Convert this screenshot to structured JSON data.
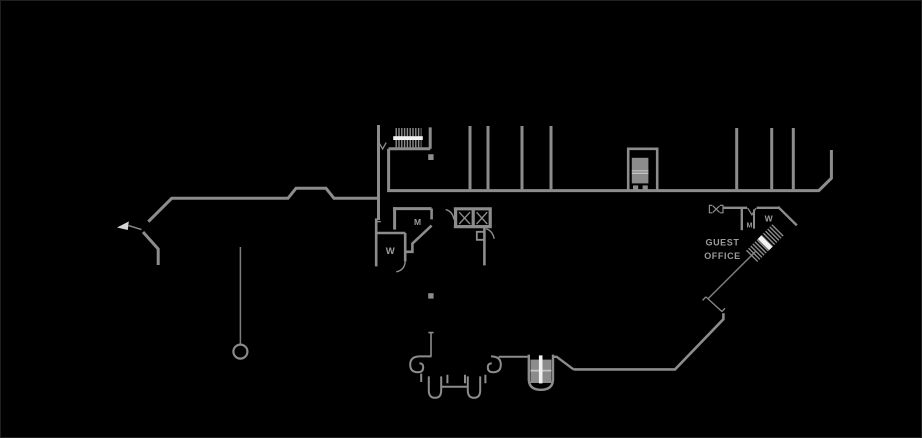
{
  "page": {
    "type": "architectural-floor-plan",
    "background_color": "#000000",
    "border_color": "#202020"
  },
  "palette": {
    "wall_gray": "#8c8c8c",
    "thin_line_gray": "#7d7d7d",
    "highlight_white": "#f2f2f2",
    "arrow_light": "#d6d6d6",
    "label_gray": "#9c9c9c"
  },
  "labels": {
    "guest_office_line1": "GUEST",
    "guest_office_line2": "OFFICE",
    "core_men": "M",
    "core_women": "W",
    "guest_men": "M",
    "guest_women": "W"
  },
  "symbols": {
    "main_stairs": "stairs-hatch-with-landing-bar",
    "guest_stairs": "diagonal-stairs-hatch-with-landing-bar",
    "elevators": "elevator-x-pair",
    "stairwell": "stair-run-block",
    "revolving_door": "revolving-door-with-leaf",
    "doors": "door-swing",
    "entry_arrow": "direction-arrow",
    "flag_pole": "pole-with-circle",
    "column_markers": "small-square-column"
  }
}
